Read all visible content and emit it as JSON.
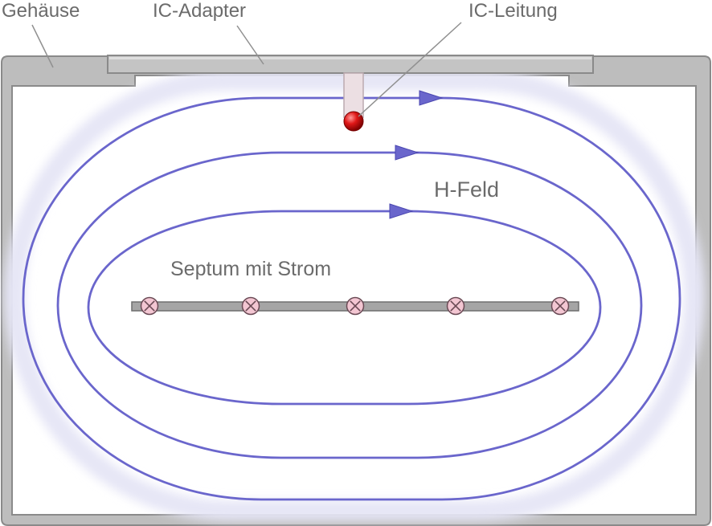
{
  "labels": {
    "housing": "Gehäuse",
    "adapter": "IC-Adapter",
    "line": "IC-Leitung",
    "field": "H-Feld",
    "septum": "Septum mit Strom"
  },
  "colors": {
    "field_line": "#6a66cc",
    "field_glow": "#e6e6f6",
    "housing_fill": "#bdbdbd",
    "housing_stroke": "#8a8a8a",
    "label_text": "#6b6b6b",
    "current_marker_fill": "#f3c6d2",
    "conductor": "#d41414"
  },
  "field_line_count": 3,
  "current_marker_count": 5,
  "current_direction": "into-page"
}
